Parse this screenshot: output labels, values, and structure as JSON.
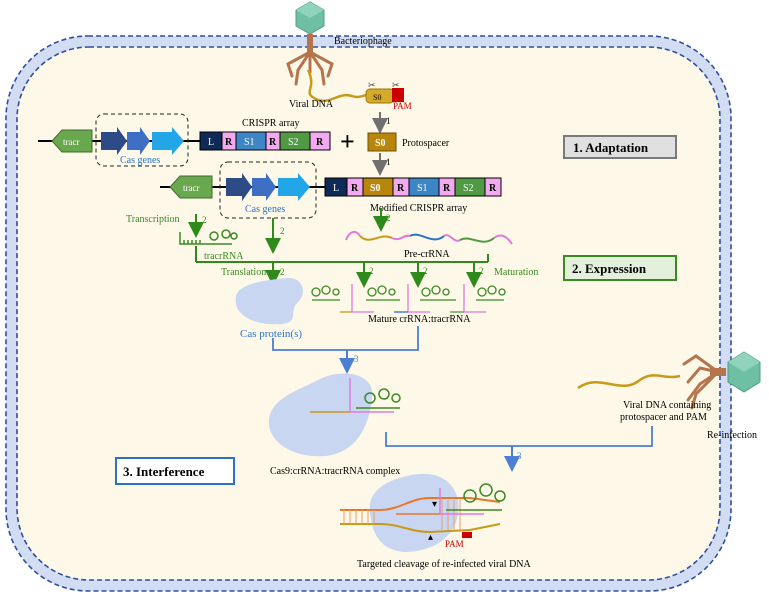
{
  "labels": {
    "bacteriophage": "Bacteriophage",
    "viral_dna": "Viral DNA",
    "s0_small": "S0",
    "pam_top": "PAM",
    "crispr_array": "CRISPR array",
    "plus": "+",
    "protospacer": "Protospacer",
    "modified_crispr_array": "Modified CRISPR array",
    "transcription": "Transcription",
    "tracrrna": "tracrRNA",
    "pre_crrna": "Pre-crRNA",
    "translation": "Translation",
    "maturation": "Maturation",
    "cas_proteins": "Cas protein(s)",
    "mature_complex": "Mature crRNA:tracrRNA",
    "cas9_complex": "Cas9:crRNA:tracrRNA complex",
    "viral_dna_containing_l1": "Viral DNA containing",
    "viral_dna_containing_l2": "protospacer and PAM",
    "reinfection": "Re-infection",
    "targeted_cleavage": "Targeted cleavage of re-infected viral DNA",
    "pam_bottom": "PAM"
  },
  "genes": {
    "tracr": "tracr",
    "cas_genes": "Cas genes"
  },
  "array1": [
    "L",
    "R",
    "S1",
    "R",
    "S2",
    "R"
  ],
  "array2": [
    "L",
    "R",
    "S0",
    "R",
    "S1",
    "R",
    "S2",
    "R"
  ],
  "protospacer_box": "S0",
  "step_numbers": {
    "s1a": "1",
    "s1b": "1",
    "s2a": "2",
    "s2b": "2",
    "s2c": "2",
    "s2d": "2",
    "s2e": "2",
    "s2f": "2",
    "s2g": "2",
    "s2h": "2",
    "s3a": "3",
    "s3b": "3"
  },
  "stages": {
    "adaptation": "1. Adaptation",
    "expression": "2. Expression",
    "interference": "3. Interference"
  },
  "colors": {
    "cell_fill": "#fdf8e8",
    "membrane": "#2f4f9f",
    "membrane_fill": "#d2dcf2",
    "phage": "#6fbfa5",
    "tail": "#b5744c",
    "leader": "#0f2a57",
    "repeat": "#f2a9f0",
    "s1": "#3d86c6",
    "s2": "#4f9a43",
    "s0": "#b8860b",
    "tracr_gene": "#6aa84f",
    "cas_gene_1": "#2e4a87",
    "cas_gene_2": "#3f6fc5",
    "cas_gene_3": "#22a6e8",
    "protein": "#c9d6f2",
    "green_text": "#3a8a22",
    "blue_text": "#2a72c9",
    "arrow_green": "#2f8a1c",
    "arrow_blue": "#4a7fd4",
    "arrow_grey": "#707070",
    "pam_red": "#cc0000"
  }
}
